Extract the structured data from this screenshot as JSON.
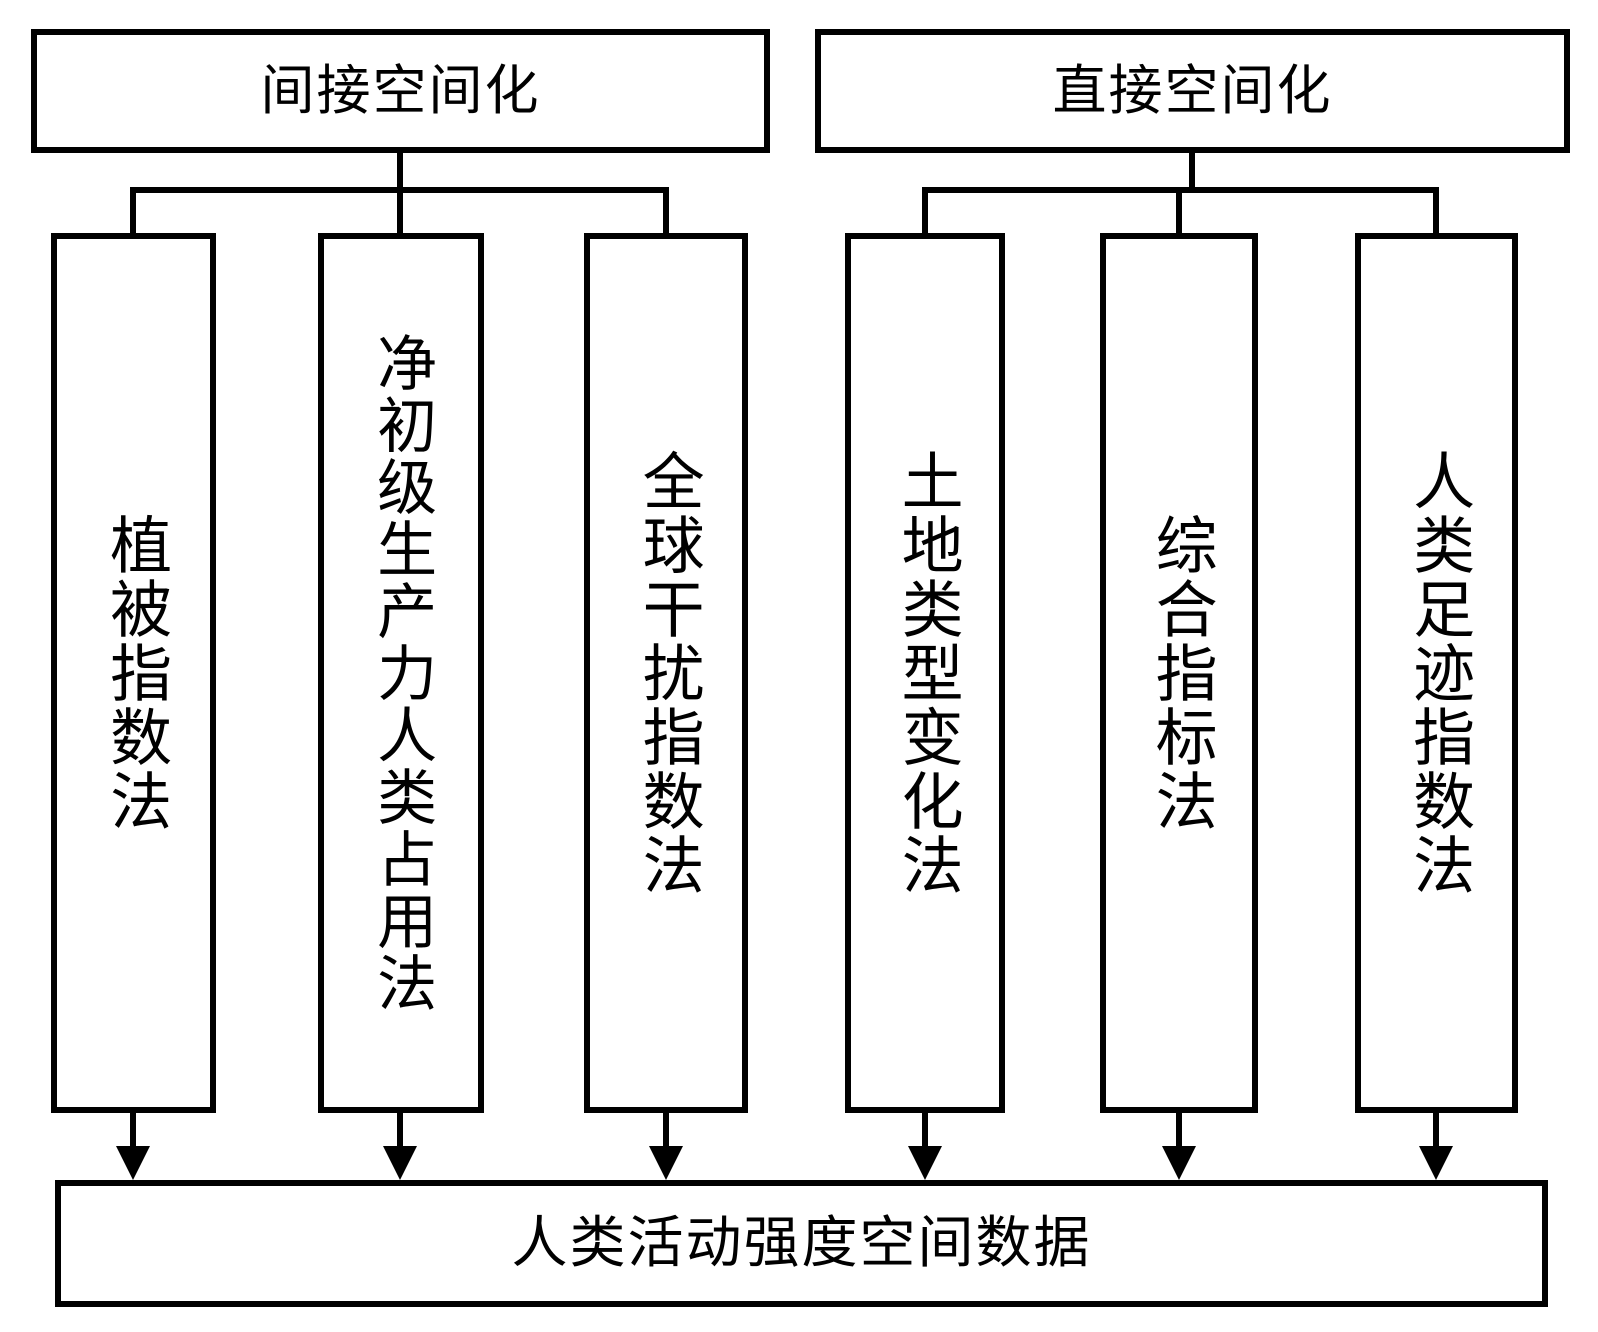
{
  "diagram": {
    "type": "flowchart",
    "title_bottom": "人类活动强度空间数据",
    "groups": [
      {
        "id": "indirect",
        "header": "间接空间化",
        "methods": [
          {
            "id": "vi",
            "label": "植被指数法"
          },
          {
            "id": "hanpp",
            "label": "净初级生产力人类占用法"
          },
          {
            "id": "gdi",
            "label": "全球干扰指数法"
          }
        ]
      },
      {
        "id": "direct",
        "header": "直接空间化",
        "methods": [
          {
            "id": "lutc",
            "label": "土地类型变化法"
          },
          {
            "id": "cii",
            "label": "综合指标法"
          },
          {
            "id": "hfi",
            "label": "人类足迹指数法"
          }
        ]
      }
    ],
    "result": {
      "label": "人类活动强度空间数据"
    },
    "colors": {
      "stroke": "#000000",
      "fill": "#ffffff",
      "text": "#000000"
    }
  }
}
